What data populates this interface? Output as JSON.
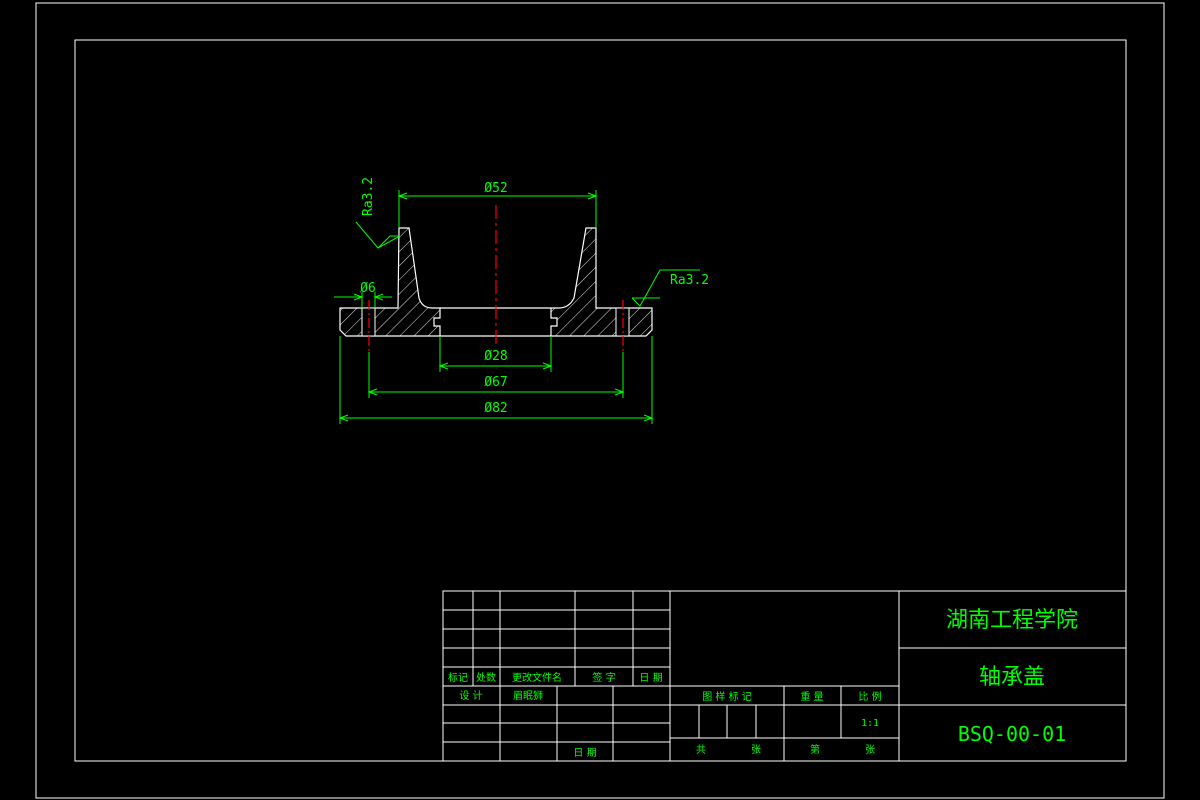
{
  "drawing": {
    "colors": {
      "background": "#000000",
      "border": "#ffffff",
      "outline": "#ffffff",
      "dimension": "#00ff00",
      "centerline": "#ff0000",
      "text": "#00ff00"
    },
    "dimensions": {
      "d52": "Ø52",
      "d6": "Ø6",
      "d28": "Ø28",
      "d67": "Ø67",
      "d82": "Ø82"
    },
    "roughness": {
      "left": "Ra3.2",
      "right": "Ra3.2"
    }
  },
  "title_block": {
    "school": "湖南工程学院",
    "part_name": "轴承盖",
    "drawing_number": "BSQ-00-01",
    "rev_headers": {
      "mark": "标记",
      "count": "处数",
      "doc": "更改文件名",
      "sign": "签 字",
      "date": "日 期"
    },
    "design_label": "设 计",
    "designer": "眉眠狮",
    "date_label": "日 期",
    "stage_mark_label": "图 样 标 记",
    "weight_label": "重 量",
    "scale_label": "比 例",
    "scale_value": "1:1",
    "total_label": "共",
    "sheet_label": "张",
    "sheet_no_label": "第",
    "sheet_label2": "张"
  }
}
